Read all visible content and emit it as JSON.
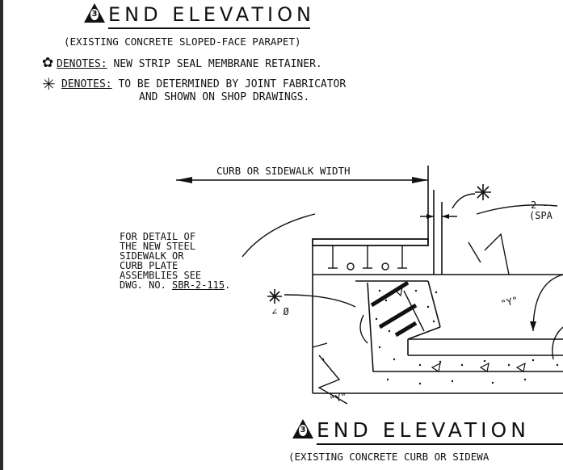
{
  "top_view": {
    "marker": "3",
    "title": "END ELEVATION",
    "subtitle": "(EXISTING CONCRETE SLOPED-FACE PARAPET)"
  },
  "notes": [
    {
      "symbol": "✿",
      "symbol_name": "flower-star",
      "key": "DENOTES:",
      "text": " NEW STRIP SEAL MEMBRANE RETAINER."
    },
    {
      "symbol": "✳",
      "symbol_name": "asterisk",
      "key": "DENOTES:",
      "text": " TO BE DETERMINED BY JOINT FABRICATOR",
      "text2": "AND SHOWN ON SHOP DRAWINGS."
    }
  ],
  "drawing": {
    "width_label": "CURB OR SIDEWALK WIDTH",
    "detail_ref_lines": [
      "FOR DETAIL OF",
      "THE NEW STEEL",
      "SIDEWALK OR",
      "CURB PLATE",
      "ASSEMBLIES SEE",
      "DWG. NO. "
    ],
    "dwg_no": "SBR-2-115",
    "dwg_suffix": ".",
    "right_label_1": "2 -",
    "right_label_2": "(SPA",
    "angle_label": "∠ Ø",
    "y_label": "\"Y\""
  },
  "bottom_view": {
    "marker": "3",
    "title": "END ELEVATION",
    "subtitle": "(EXISTING CONCRETE CURB OR SIDEWA"
  }
}
